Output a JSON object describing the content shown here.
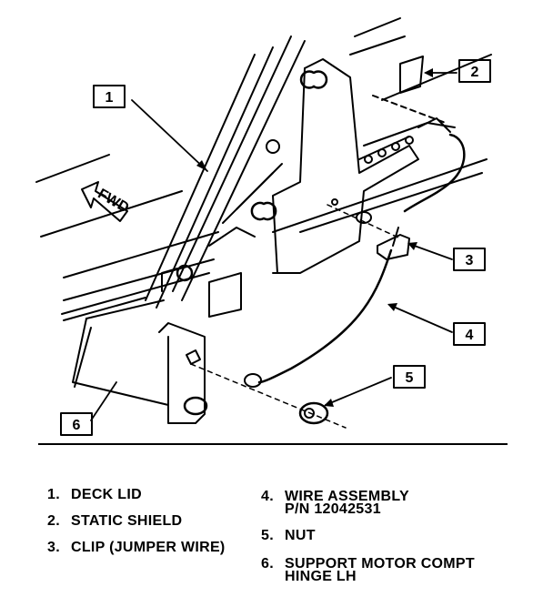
{
  "callouts": [
    {
      "id": "1",
      "label": "1"
    },
    {
      "id": "2",
      "label": "2"
    },
    {
      "id": "3",
      "label": "3"
    },
    {
      "id": "4",
      "label": "4"
    },
    {
      "id": "5",
      "label": "5"
    },
    {
      "id": "6",
      "label": "6"
    }
  ],
  "fwd_label": "FWD",
  "legend": [
    {
      "num": "1.",
      "text": "DECK LID"
    },
    {
      "num": "2.",
      "text": "STATIC SHIELD"
    },
    {
      "num": "3.",
      "text": "CLIP (JUMPER WIRE)"
    },
    {
      "num": "4.",
      "text": "WIRE ASSEMBLY",
      "sub": "P/N  12042531"
    },
    {
      "num": "5.",
      "text": "NUT"
    },
    {
      "num": "6.",
      "text": "SUPPORT MOTOR COMPT",
      "sub": "HINGE LH"
    }
  ]
}
